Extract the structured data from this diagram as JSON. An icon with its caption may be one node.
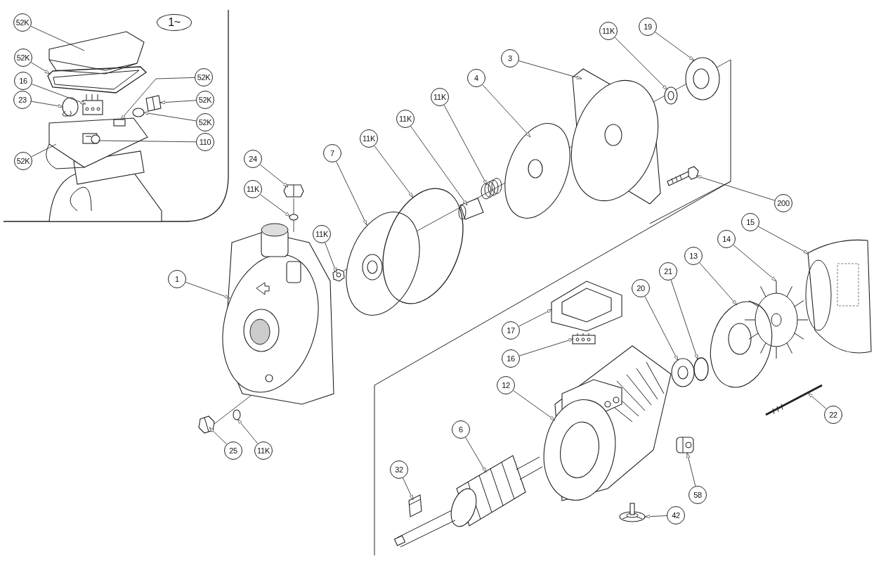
{
  "diagram": {
    "nodes": [
      {
        "text": [
          "1~"
        ]
      },
      {
        "text": [
          "52K"
        ]
      },
      {
        "text": [
          "52K"
        ]
      },
      {
        "text": [
          "16"
        ]
      },
      {
        "text": [
          "23"
        ]
      },
      {
        "text": [
          "52K"
        ]
      },
      {
        "text": [
          "52K"
        ]
      },
      {
        "text": [
          "52K"
        ]
      },
      {
        "text": [
          "52K"
        ]
      },
      {
        "text": [
          "110"
        ]
      },
      {
        "text": [
          "24"
        ]
      },
      {
        "text": [
          "11K"
        ]
      },
      {
        "text": [
          "11K"
        ]
      },
      {
        "text": [
          "1"
        ]
      },
      {
        "text": [
          "25"
        ]
      },
      {
        "text": [
          "11K"
        ]
      },
      {
        "text": [
          "7"
        ]
      },
      {
        "text": [
          "11K"
        ]
      },
      {
        "text": [
          "11K"
        ]
      },
      {
        "text": [
          "11K"
        ]
      },
      {
        "text": [
          "4"
        ]
      },
      {
        "text": [
          "3"
        ]
      },
      {
        "text": [
          "11K"
        ]
      },
      {
        "text": [
          "19"
        ]
      },
      {
        "text": [
          "200"
        ]
      },
      {
        "text": [
          "17"
        ]
      },
      {
        "text": [
          "16"
        ]
      },
      {
        "text": [
          "12"
        ]
      },
      {
        "text": [
          "6"
        ]
      },
      {
        "text": [
          "32"
        ]
      },
      {
        "text": [
          "42"
        ]
      },
      {
        "text": [
          "58"
        ]
      },
      {
        "text": [
          "20"
        ]
      },
      {
        "text": [
          "21"
        ]
      },
      {
        "text": [
          "13"
        ]
      },
      {
        "text": [
          "14"
        ]
      },
      {
        "text": [
          "15"
        ]
      },
      {
        "text": [
          "22"
        ]
      },
      {
        "text": [],
        "shape": "picture"
      },
      {
        "text": [],
        "shape": "picture"
      },
      {
        "text": [],
        "shape": "picture"
      },
      {
        "text": [],
        "shape": "picture"
      },
      {
        "text": [],
        "shape": "picture"
      },
      {
        "text": [],
        "shape": "box",
        "in": 42
      },
      {
        "text": [],
        "shape": "picture"
      },
      {
        "text": [],
        "shape": "circle"
      },
      {
        "text": [],
        "shape": "picture",
        "in": 42
      },
      {
        "text": [],
        "shape": "picture"
      },
      {
        "text": [],
        "shape": "circle"
      },
      {
        "text": [],
        "shape": "picture"
      },
      {
        "text": [],
        "shape": "picture"
      },
      {
        "text": [],
        "shape": "picture"
      },
      {
        "text": [],
        "shape": "circle"
      },
      {
        "text": [],
        "shape": "picture"
      },
      {
        "text": [],
        "shape": "circle"
      },
      {
        "text": [],
        "shape": "picture"
      },
      {
        "text": [],
        "shape": "picture"
      },
      {
        "text": [],
        "shape": "picture"
      },
      {
        "text": [],
        "shape": "picture"
      },
      {
        "text": [],
        "shape": "picture"
      },
      {
        "text": [],
        "shape": "picture"
      },
      {
        "text": [],
        "shape": "picture"
      },
      {
        "text": [],
        "shape": "picture"
      },
      {
        "text": [],
        "shape": "picture"
      },
      {
        "text": [],
        "shape": "picture"
      },
      {
        "text": [],
        "shape": "picture"
      },
      {
        "text": [],
        "shape": "picture",
        "in": 65
      },
      {
        "text": [],
        "shape": "picture"
      },
      {
        "text": [],
        "shape": "picture"
      },
      {
        "text": [],
        "shape": "picture"
      },
      {
        "text": [],
        "shape": "circle"
      },
      {
        "text": [],
        "shape": "picture"
      },
      {
        "text": [],
        "shape": "picture"
      },
      {
        "text": [],
        "shape": "picture"
      },
      {
        "text": [],
        "shape": "picture"
      }
    ],
    "edges": [
      {
        "from": 1,
        "to": 38,
        "arrow": "none"
      },
      {
        "from": 2,
        "to": 39,
        "arrow": "to"
      },
      {
        "from": 3,
        "to": 40,
        "arrow": "to"
      },
      {
        "from": 4,
        "to": 41,
        "arrow": "to"
      },
      {
        "from": 5,
        "to": 42,
        "arrow": "none"
      },
      {
        "from": 6,
        "to": 43,
        "arrow": "to"
      },
      {
        "from": 7,
        "to": 44,
        "arrow": "to"
      },
      {
        "from": 8,
        "to": 45,
        "arrow": "to"
      },
      {
        "from": 9,
        "to": 46,
        "arrow": "none"
      },
      {
        "from": 10,
        "to": 47,
        "arrow": "to"
      },
      {
        "from": 11,
        "to": 48,
        "arrow": "to"
      },
      {
        "from": 12,
        "to": 49,
        "arrow": "to"
      },
      {
        "from": 13,
        "to": 50,
        "arrow": "to"
      },
      {
        "from": 14,
        "to": 51,
        "arrow": "to"
      },
      {
        "from": 15,
        "to": 52,
        "arrow": "to"
      },
      {
        "from": 16,
        "to": 53,
        "arrow": "to"
      },
      {
        "from": 17,
        "to": 54,
        "arrow": "to"
      },
      {
        "from": 18,
        "to": 55,
        "arrow": "to"
      },
      {
        "from": 19,
        "to": 56,
        "arrow": "to"
      },
      {
        "from": 20,
        "to": 57,
        "arrow": "to"
      },
      {
        "from": 21,
        "to": 58,
        "arrow": "to"
      },
      {
        "from": 22,
        "to": 59,
        "arrow": "to"
      },
      {
        "from": 23,
        "to": 60,
        "arrow": "to"
      },
      {
        "from": 24,
        "to": 61,
        "arrow": "to"
      },
      {
        "from": 25,
        "to": 62,
        "arrow": "to"
      },
      {
        "from": 26,
        "to": 63,
        "arrow": "to"
      },
      {
        "from": 27,
        "to": 64,
        "arrow": "to"
      },
      {
        "from": 28,
        "to": 65,
        "arrow": "to"
      },
      {
        "from": 29,
        "to": 66,
        "arrow": "to"
      },
      {
        "from": 30,
        "to": 67,
        "arrow": "to"
      },
      {
        "from": 31,
        "to": 68,
        "arrow": "to"
      },
      {
        "from": 32,
        "to": 69,
        "arrow": "to"
      },
      {
        "from": 33,
        "to": 70,
        "arrow": "to"
      },
      {
        "from": 34,
        "to": 71,
        "arrow": "to"
      },
      {
        "from": 35,
        "to": 72,
        "arrow": "to"
      },
      {
        "from": 36,
        "to": 73,
        "arrow": "to"
      },
      {
        "from": 37,
        "to": 74,
        "arrow": "to"
      }
    ]
  }
}
